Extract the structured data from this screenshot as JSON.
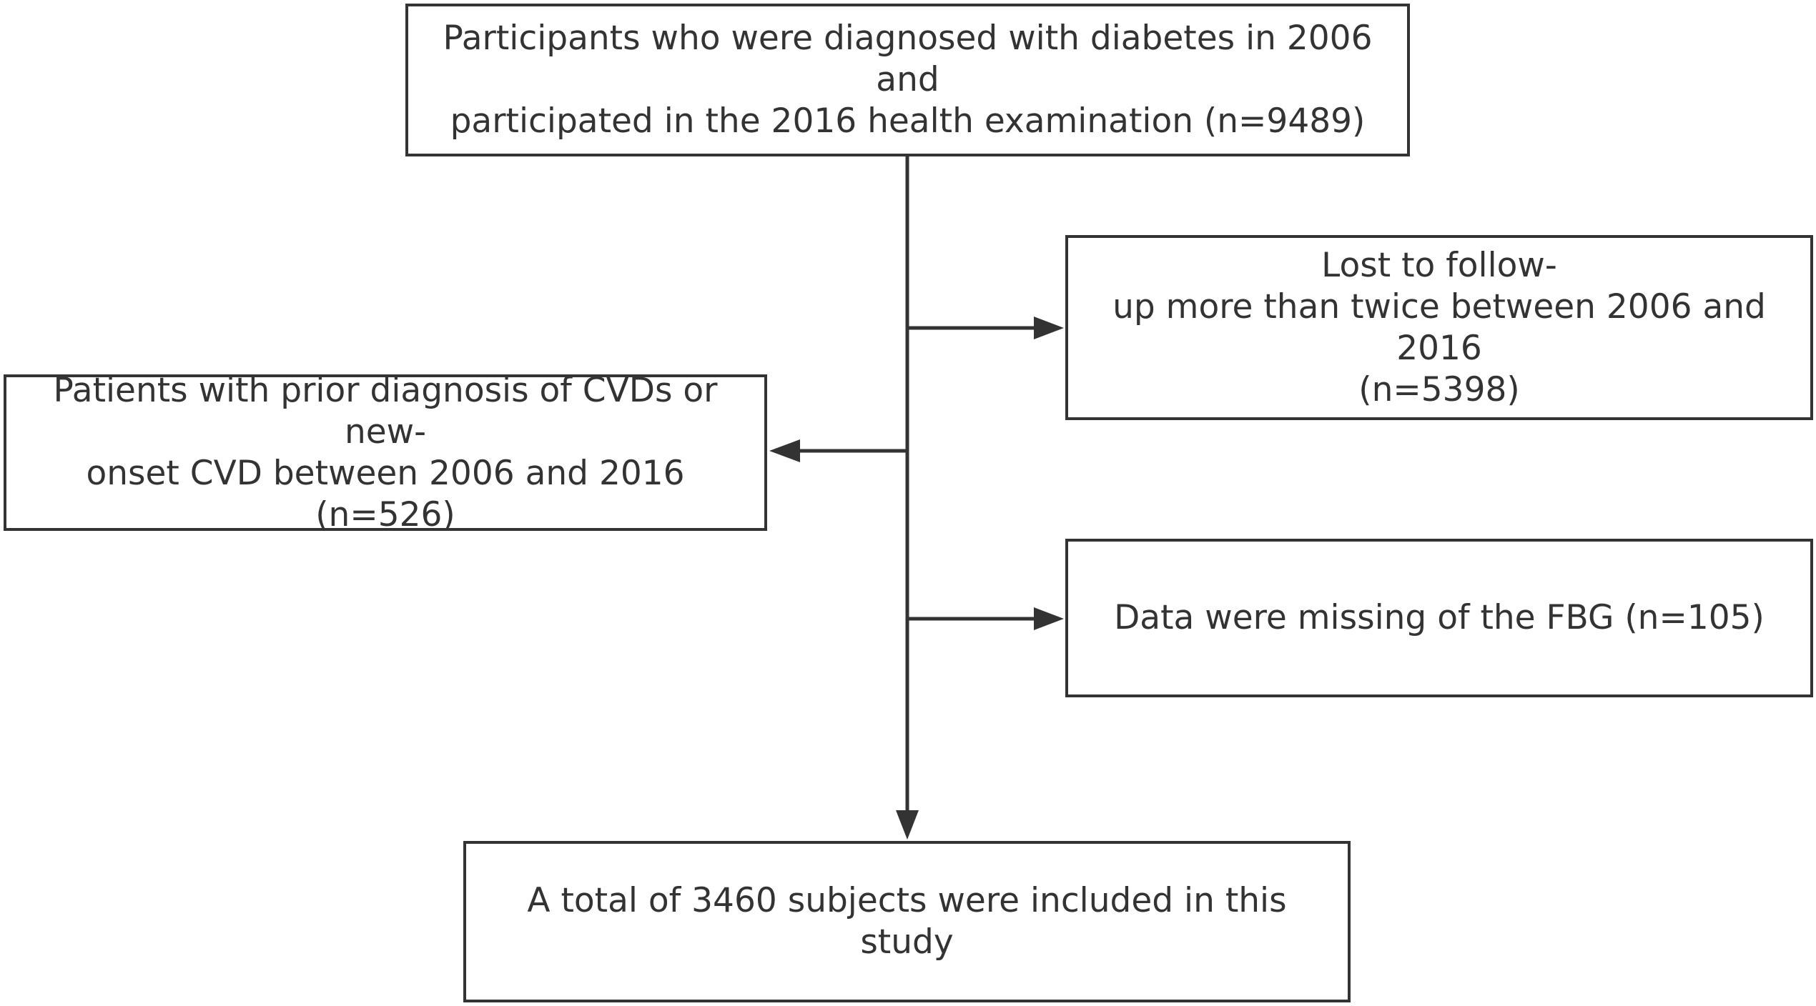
{
  "colors": {
    "stroke": "#333333",
    "text": "#333333",
    "background": "#ffffff"
  },
  "boxes": {
    "top": {
      "lines": [
        "Participants who were diagnosed with diabetes in 2006 and",
        "participated in the 2016 health examination (n=9489)"
      ]
    },
    "lost_follow_up": {
      "lines": [
        "Lost to follow-",
        "up more than twice between 2006 and 2016",
        "(n=5398)"
      ]
    },
    "cvd": {
      "lines": [
        "Patients with prior diagnosis of CVDs or new-",
        "onset CVD between 2006 and 2016 (n=526)"
      ]
    },
    "fbg_missing": {
      "lines": [
        "Data were missing of the FBG (n=105)"
      ]
    },
    "total": {
      "lines": [
        "A total of 3460 subjects were included in this study"
      ]
    }
  }
}
